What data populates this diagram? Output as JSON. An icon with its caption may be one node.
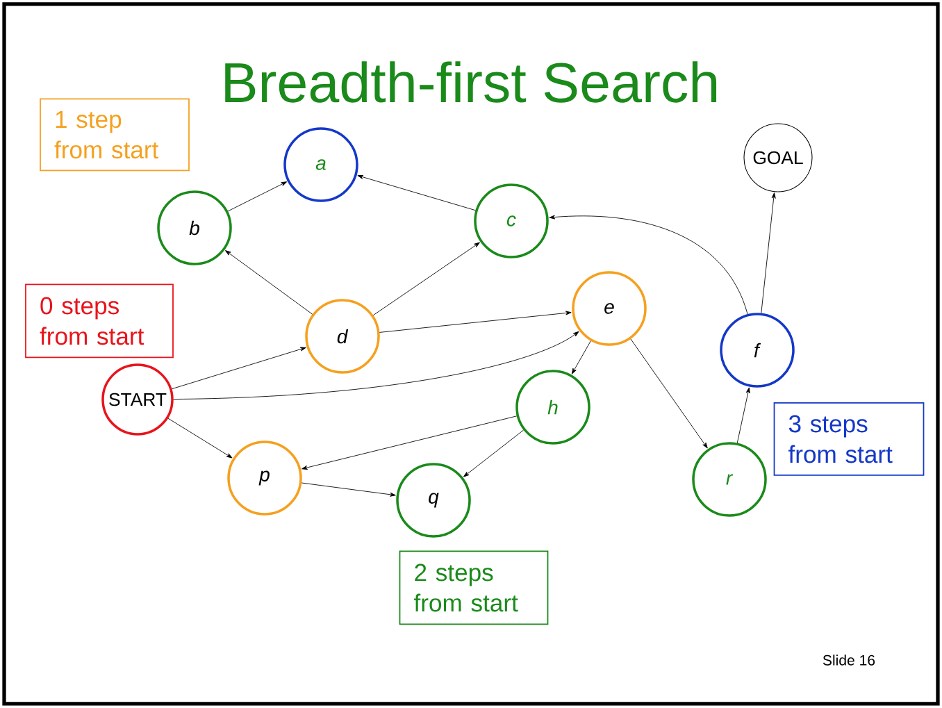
{
  "diagram": {
    "title": "Breadth-first Search",
    "nodes": [
      {
        "text": [
          "1 step from start"
        ]
      },
      {
        "text": [
          "*a*"
        ]
      },
      {
        "text": [
          "GOAL"
        ]
      },
      {
        "text": [
          "*b*"
        ]
      },
      {
        "text": [
          "*c*"
        ]
      },
      {
        "text": [
          "0 steps from start"
        ]
      },
      {
        "text": [
          "*e*"
        ]
      },
      {
        "text": [
          "*d*"
        ]
      },
      {
        "text": [
          "*f*"
        ]
      },
      {
        "text": [
          "START"
        ]
      },
      {
        "text": [
          "*h*"
        ]
      },
      {
        "text": [
          "3 steps from start"
        ]
      },
      {
        "text": [
          "*p*"
        ]
      },
      {
        "text": [
          "*r*"
        ]
      },
      {
        "text": [
          "*q*"
        ]
      },
      {
        "text": [
          "2 steps from start"
        ]
      }
    ],
    "edges": [
      {
        "from": 3,
        "to": 1,
        "arrow": "to"
      },
      {
        "from": 4,
        "to": 1,
        "arrow": "to"
      },
      {
        "from": 7,
        "to": 3,
        "arrow": "to"
      },
      {
        "from": 7,
        "to": 4,
        "arrow": "to"
      },
      {
        "from": 7,
        "to": 6,
        "arrow": "to"
      },
      {
        "from": 9,
        "to": 7,
        "arrow": "to"
      },
      {
        "from": 9,
        "to": 6,
        "arrow": "to"
      },
      {
        "from": 9,
        "to": 12,
        "arrow": "to"
      },
      {
        "from": 6,
        "to": 10,
        "arrow": "to"
      },
      {
        "from": 6,
        "to": 13,
        "arrow": "to"
      },
      {
        "from": 10,
        "to": 12,
        "arrow": "to"
      },
      {
        "from": 10,
        "to": 14,
        "arrow": "to"
      },
      {
        "from": 12,
        "to": 14,
        "arrow": "to"
      },
      {
        "from": 13,
        "to": 8,
        "arrow": "to"
      },
      {
        "from": 8,
        "to": 2,
        "arrow": "to"
      },
      {
        "from": 8,
        "to": 4,
        "arrow": "to"
      }
    ],
    "labels": [
      "Slide 16"
    ]
  }
}
